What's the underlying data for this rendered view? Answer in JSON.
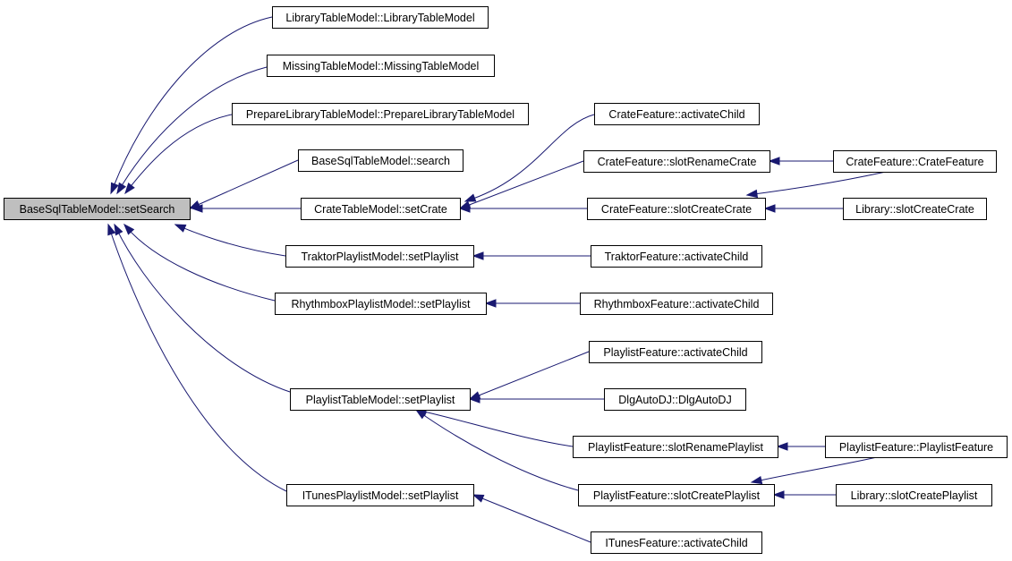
{
  "graph": {
    "nodes": [
      {
        "id": "root",
        "label": "BaseSqlTableModel::setSearch",
        "root": true
      },
      {
        "id": "n1",
        "label": "LibraryTableModel::LibraryTableModel"
      },
      {
        "id": "n2",
        "label": "MissingTableModel::MissingTableModel"
      },
      {
        "id": "n3",
        "label": "PrepareLibraryTableModel::PrepareLibraryTableModel"
      },
      {
        "id": "n4",
        "label": "BaseSqlTableModel::search"
      },
      {
        "id": "n5",
        "label": "CrateTableModel::setCrate"
      },
      {
        "id": "n6",
        "label": "TraktorPlaylistModel::setPlaylist"
      },
      {
        "id": "n7",
        "label": "RhythmboxPlaylistModel::setPlaylist"
      },
      {
        "id": "n8",
        "label": "PlaylistTableModel::setPlaylist"
      },
      {
        "id": "n9",
        "label": "ITunesPlaylistModel::setPlaylist"
      },
      {
        "id": "c1",
        "label": "CrateFeature::activateChild"
      },
      {
        "id": "c2",
        "label": "CrateFeature::slotRenameCrate"
      },
      {
        "id": "c3",
        "label": "CrateFeature::slotCreateCrate"
      },
      {
        "id": "c4",
        "label": "CrateFeature::CrateFeature"
      },
      {
        "id": "c5",
        "label": "Library::slotCreateCrate"
      },
      {
        "id": "t1",
        "label": "TraktorFeature::activateChild"
      },
      {
        "id": "r1",
        "label": "RhythmboxFeature::activateChild"
      },
      {
        "id": "p1",
        "label": "PlaylistFeature::activateChild"
      },
      {
        "id": "p2",
        "label": "DlgAutoDJ::DlgAutoDJ"
      },
      {
        "id": "p3",
        "label": "PlaylistFeature::slotRenamePlaylist"
      },
      {
        "id": "p4",
        "label": "PlaylistFeature::slotCreatePlaylist"
      },
      {
        "id": "p5",
        "label": "PlaylistFeature::PlaylistFeature"
      },
      {
        "id": "p6",
        "label": "Library::slotCreatePlaylist"
      },
      {
        "id": "i1",
        "label": "ITunesFeature::activateChild"
      }
    ],
    "edges": [
      {
        "from": "n1",
        "to": "root"
      },
      {
        "from": "n2",
        "to": "root"
      },
      {
        "from": "n3",
        "to": "root"
      },
      {
        "from": "n4",
        "to": "root"
      },
      {
        "from": "n5",
        "to": "root"
      },
      {
        "from": "n6",
        "to": "root"
      },
      {
        "from": "n7",
        "to": "root"
      },
      {
        "from": "n8",
        "to": "root"
      },
      {
        "from": "n9",
        "to": "root"
      },
      {
        "from": "c1",
        "to": "n5"
      },
      {
        "from": "c2",
        "to": "n5"
      },
      {
        "from": "c3",
        "to": "n5"
      },
      {
        "from": "c4",
        "to": "c2"
      },
      {
        "from": "c4",
        "to": "c3"
      },
      {
        "from": "c5",
        "to": "c3"
      },
      {
        "from": "t1",
        "to": "n6"
      },
      {
        "from": "r1",
        "to": "n7"
      },
      {
        "from": "p1",
        "to": "n8"
      },
      {
        "from": "p2",
        "to": "n8"
      },
      {
        "from": "p3",
        "to": "n8"
      },
      {
        "from": "p4",
        "to": "n8"
      },
      {
        "from": "p5",
        "to": "p3"
      },
      {
        "from": "p5",
        "to": "p4"
      },
      {
        "from": "p6",
        "to": "p4"
      },
      {
        "from": "i1",
        "to": "n9"
      }
    ]
  }
}
